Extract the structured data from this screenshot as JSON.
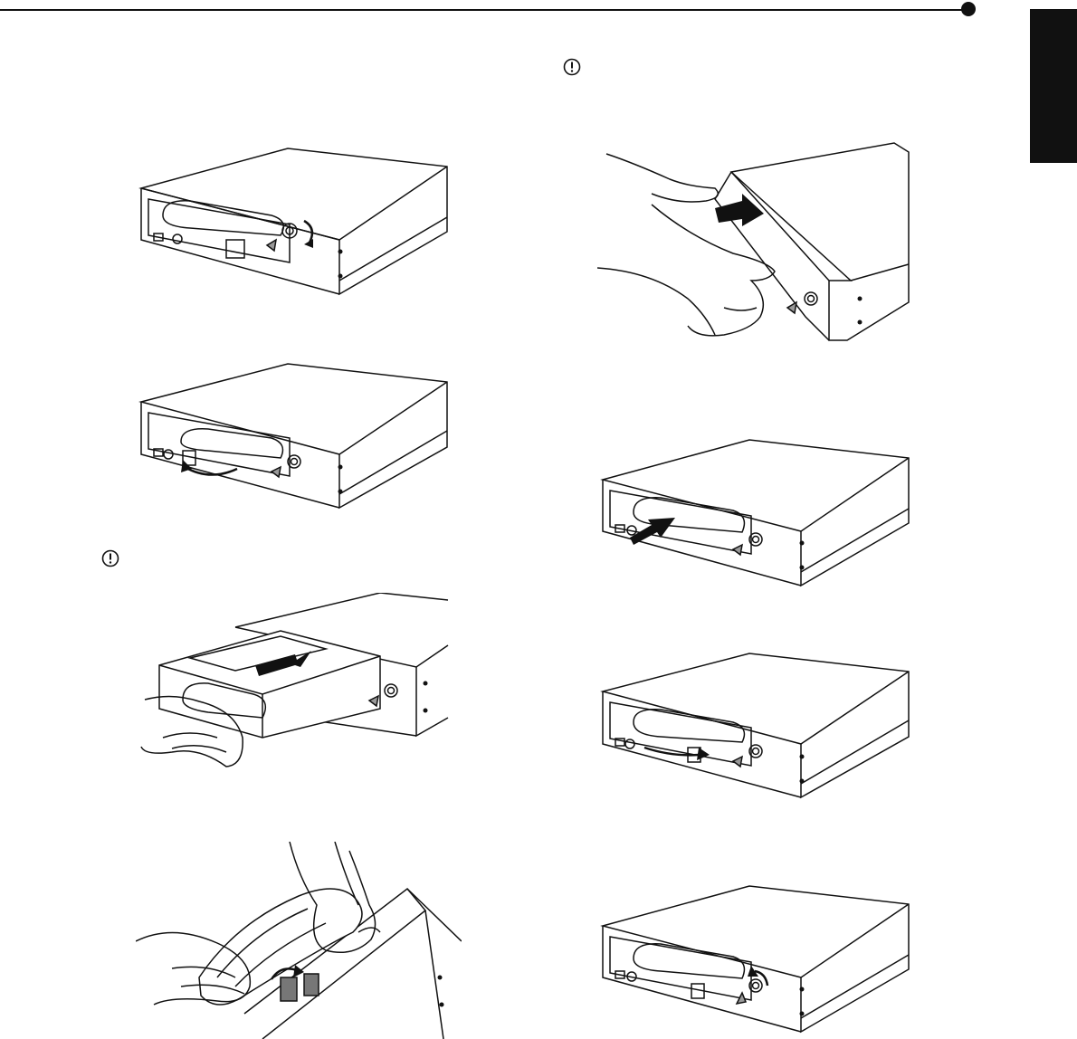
{
  "page": {
    "header": "",
    "side_tab": ""
  },
  "icons": {
    "caution": "caution-icon"
  },
  "figures": [
    {
      "id": "fig1",
      "name": "unlock-key-figure"
    },
    {
      "id": "fig2",
      "name": "pull-lever-figure"
    },
    {
      "id": "fig3",
      "name": "pull-out-tray-figure"
    },
    {
      "id": "fig4",
      "name": "remove-drive-figure"
    },
    {
      "id": "fig5",
      "name": "lift-unit-figure"
    },
    {
      "id": "fig6",
      "name": "insert-tray-figure"
    },
    {
      "id": "fig7",
      "name": "push-lever-figure"
    },
    {
      "id": "fig8",
      "name": "lock-key-figure"
    }
  ]
}
